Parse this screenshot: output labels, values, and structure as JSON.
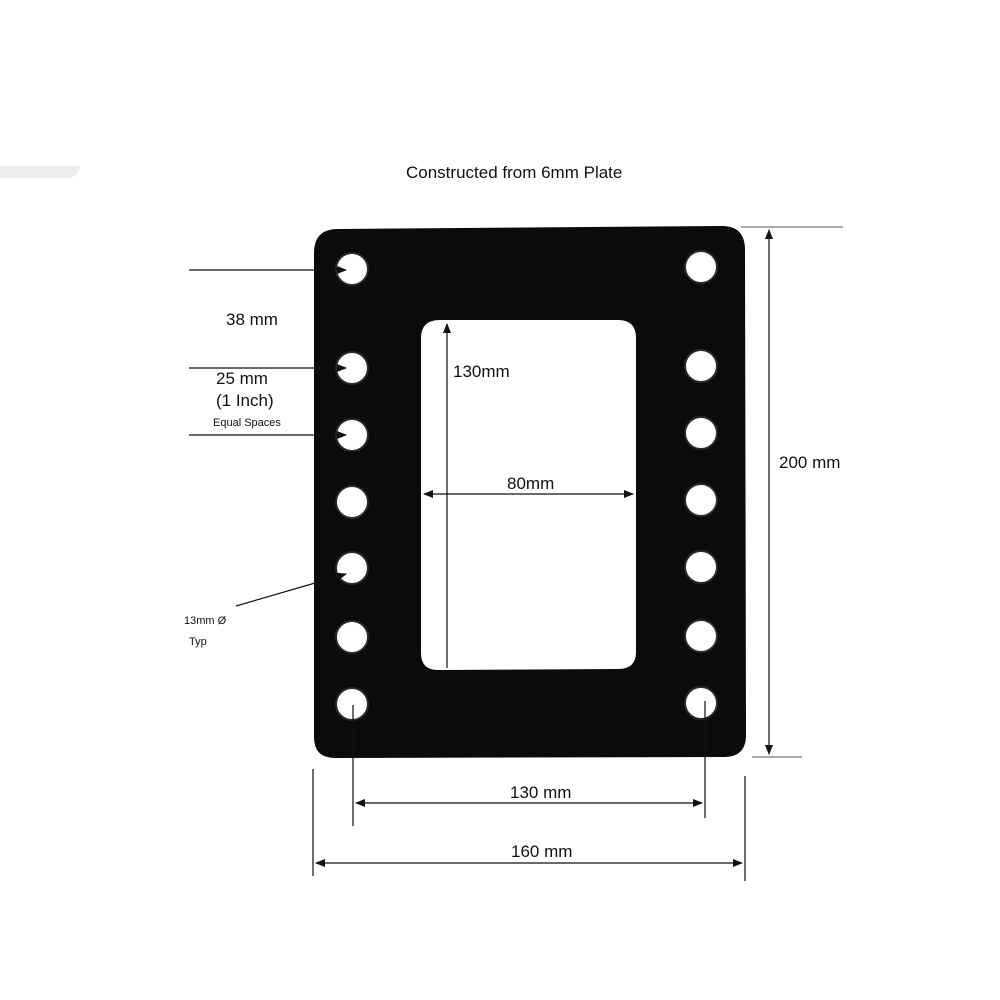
{
  "title": "Constructed from 6mm Plate",
  "plate": {
    "color": "#0a0a0a",
    "hole_color": "#ffffff",
    "left_holes": 7,
    "right_holes": 7,
    "top_right_hole": 1
  },
  "dimensions": {
    "top_hole_offset": "38 mm",
    "hole_spacing": "25 mm",
    "hole_spacing_imperial": "(1 Inch)",
    "hole_spacing_note": "Equal Spaces",
    "hole_diameter": "13mm Ø",
    "hole_diameter_note": "Typ",
    "window_height": "130mm",
    "window_width": "80mm",
    "hole_center_distance": "130 mm",
    "overall_width": "160 mm",
    "overall_height": "200 mm"
  }
}
